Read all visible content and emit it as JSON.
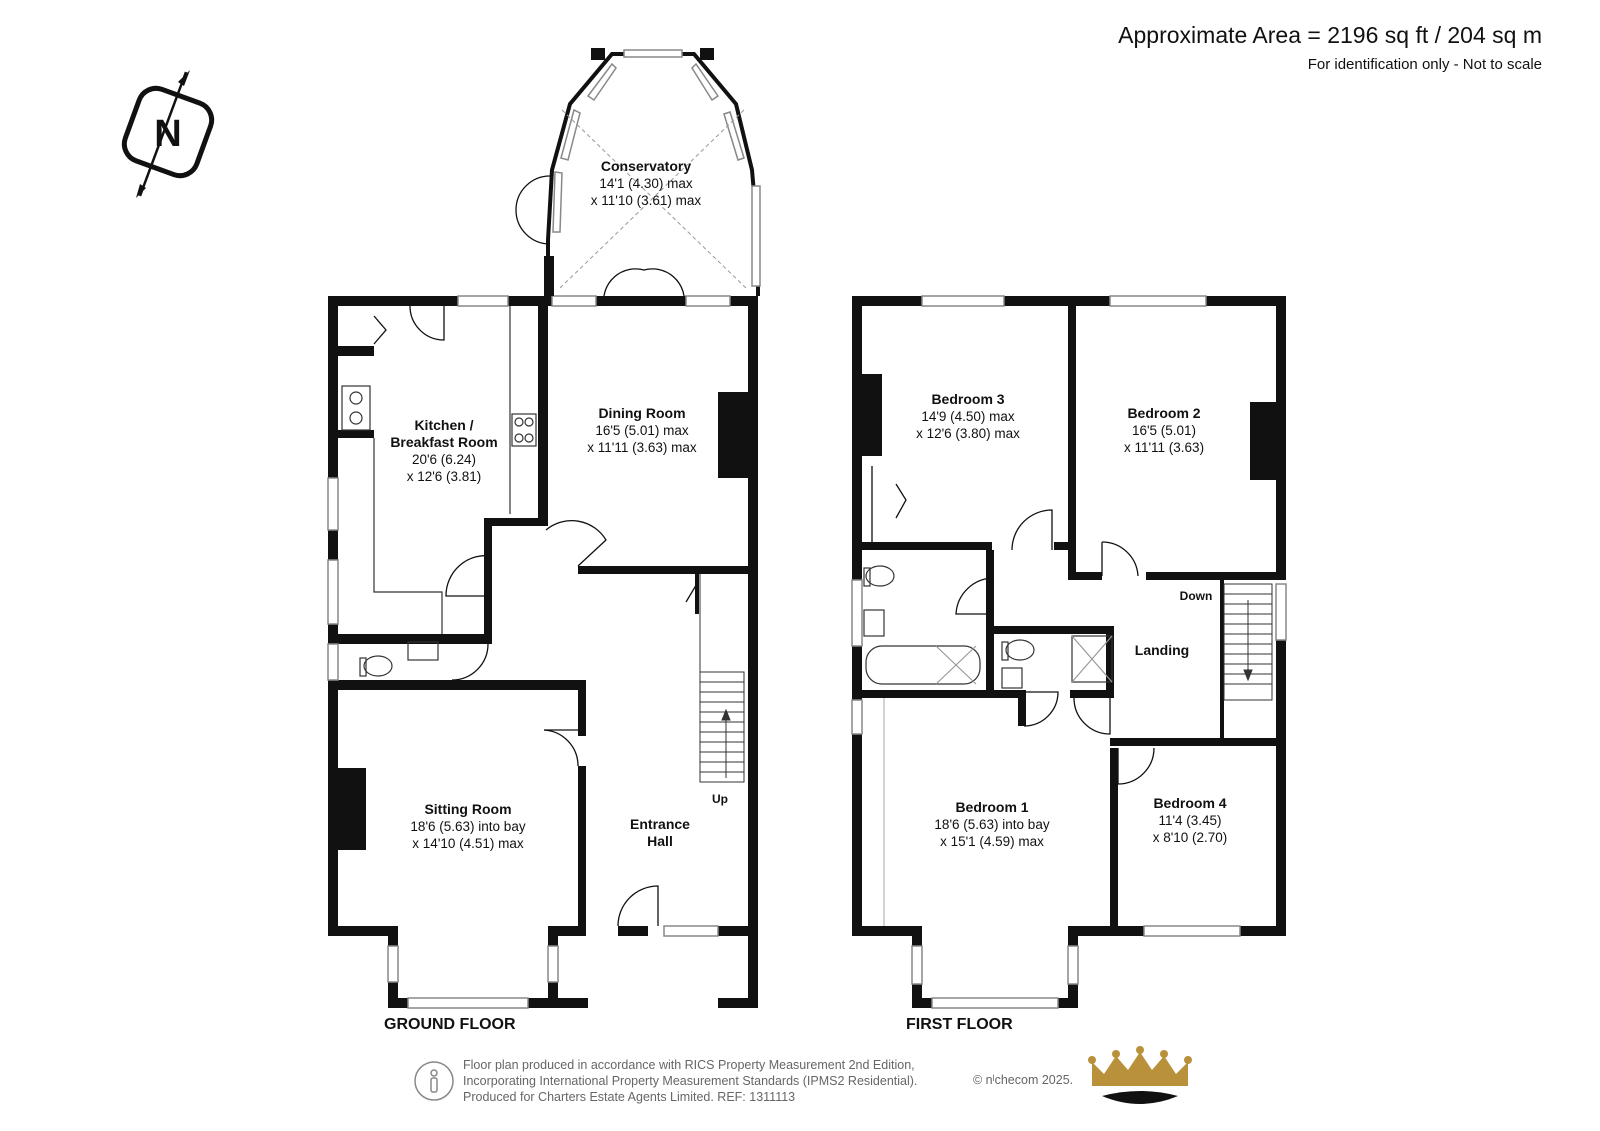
{
  "header": {
    "area": "Approximate Area = 2196 sq ft / 204 sq m",
    "note": "For identification only - Not to scale"
  },
  "compass": {
    "letter": "N",
    "icon": "north-arrow-icon"
  },
  "ground_floor": {
    "label": "GROUND FLOOR",
    "rooms": {
      "conservatory": {
        "name": "Conservatory",
        "dim1": "14'1 (4.30) max",
        "dim2": "x 11'10 (3.61) max"
      },
      "kitchen": {
        "name1": "Kitchen /",
        "name2": "Breakfast Room",
        "dim1": "20'6 (6.24)",
        "dim2": "x 12'6 (3.81)"
      },
      "dining": {
        "name": "Dining Room",
        "dim1": "16'5 (5.01) max",
        "dim2": "x 11'11 (3.63) max"
      },
      "sitting": {
        "name": "Sitting Room",
        "dim1": "18'6 (5.63) into bay",
        "dim2": "x 14'10 (4.51) max"
      },
      "hall": {
        "name1": "Entrance",
        "name2": "Hall"
      }
    },
    "stairs_label": "Up"
  },
  "first_floor": {
    "label": "FIRST FLOOR",
    "rooms": {
      "bedroom3": {
        "name": "Bedroom 3",
        "dim1": "14'9 (4.50) max",
        "dim2": "x 12'6 (3.80) max"
      },
      "bedroom2": {
        "name": "Bedroom 2",
        "dim1": "16'5 (5.01)",
        "dim2": "x 11'11 (3.63)"
      },
      "bedroom1": {
        "name": "Bedroom 1",
        "dim1": "18'6 (5.63) into bay",
        "dim2": "x 15'1 (4.59) max"
      },
      "bedroom4": {
        "name": "Bedroom 4",
        "dim1": "11'4 (3.45)",
        "dim2": "x 8'10 (2.70)"
      },
      "landing": {
        "name": "Landing"
      }
    },
    "stairs_label": "Down"
  },
  "footer": {
    "line1": "Floor plan produced in accordance with RICS Property Measurement 2nd Edition,",
    "line2": "Incorporating International Property Measurement Standards (IPMS2 Residential).",
    "line3": "Produced for Charters Estate Agents Limited.   REF: 1311113",
    "copyright": "© nˡchecom 2025.",
    "badge_icon": "person-badge-icon",
    "logo_icon": "crown-logo-icon"
  },
  "colors": {
    "wall": "#111111",
    "window": "#888888",
    "logo_gold": "#b8913a"
  }
}
